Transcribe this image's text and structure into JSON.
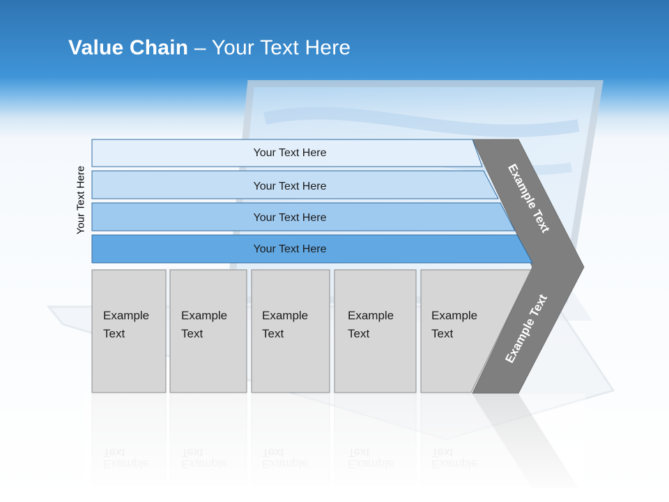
{
  "slide": {
    "title_bold": "Value Chain",
    "title_rest": " – Your Text Here",
    "side_label": "Your Text Here"
  },
  "bars": [
    {
      "label": "Your Text Here",
      "color": "#e3effb"
    },
    {
      "label": "Your Text Here",
      "color": "#c4def5"
    },
    {
      "label": "Your Text Here",
      "color": "#9fcaf0"
    },
    {
      "label": "Your Text Here",
      "color": "#62a8e2"
    }
  ],
  "cells": [
    {
      "line1": "Example",
      "line2": "Text"
    },
    {
      "line1": "Example",
      "line2": "Text"
    },
    {
      "line1": "Example",
      "line2": "Text"
    },
    {
      "line1": "Example",
      "line2": "Text"
    },
    {
      "line1": "Example",
      "line2": "Text"
    }
  ],
  "arrow": {
    "upper_label": "Example Text",
    "lower_label": "Example Text",
    "color": "#7f7f7f"
  },
  "colors": {
    "header_blue": "#3f95d8",
    "cell_fill": "#d6d6d6",
    "bar_border": "#2f6aa0"
  }
}
